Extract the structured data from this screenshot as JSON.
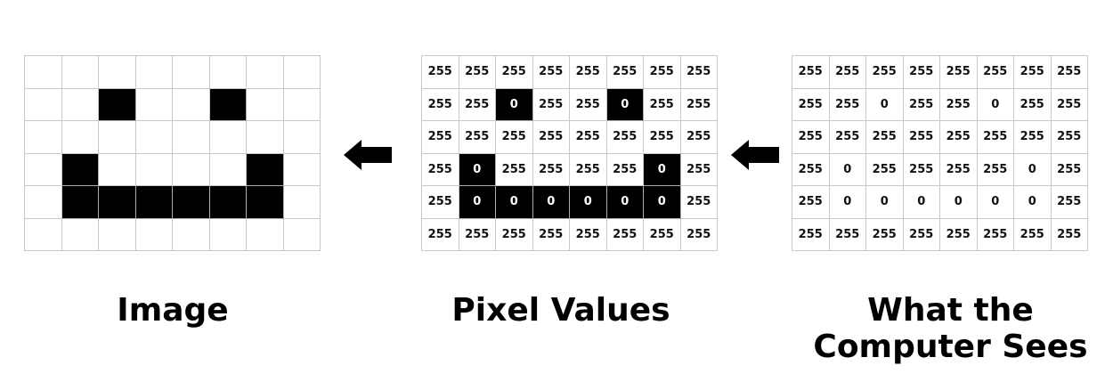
{
  "grid": {
    "rows": 6,
    "cols": 8,
    "pixels": [
      [
        255,
        255,
        255,
        255,
        255,
        255,
        255,
        255
      ],
      [
        255,
        255,
        0,
        255,
        255,
        0,
        255,
        255
      ],
      [
        255,
        255,
        255,
        255,
        255,
        255,
        255,
        255
      ],
      [
        255,
        0,
        255,
        255,
        255,
        255,
        0,
        255
      ],
      [
        255,
        0,
        0,
        0,
        0,
        0,
        0,
        255
      ],
      [
        255,
        255,
        255,
        255,
        255,
        255,
        255,
        255
      ]
    ]
  },
  "labels": {
    "image": "Image",
    "pixel_values": "Pixel Values",
    "computer_line1": "What the",
    "computer_line2": "Computer Sees"
  },
  "colors": {
    "dark": "#000000",
    "light": "#ffffff",
    "grid_line": "#c8c8c8"
  },
  "icons": {
    "arrows": "left-arrow-icon"
  }
}
